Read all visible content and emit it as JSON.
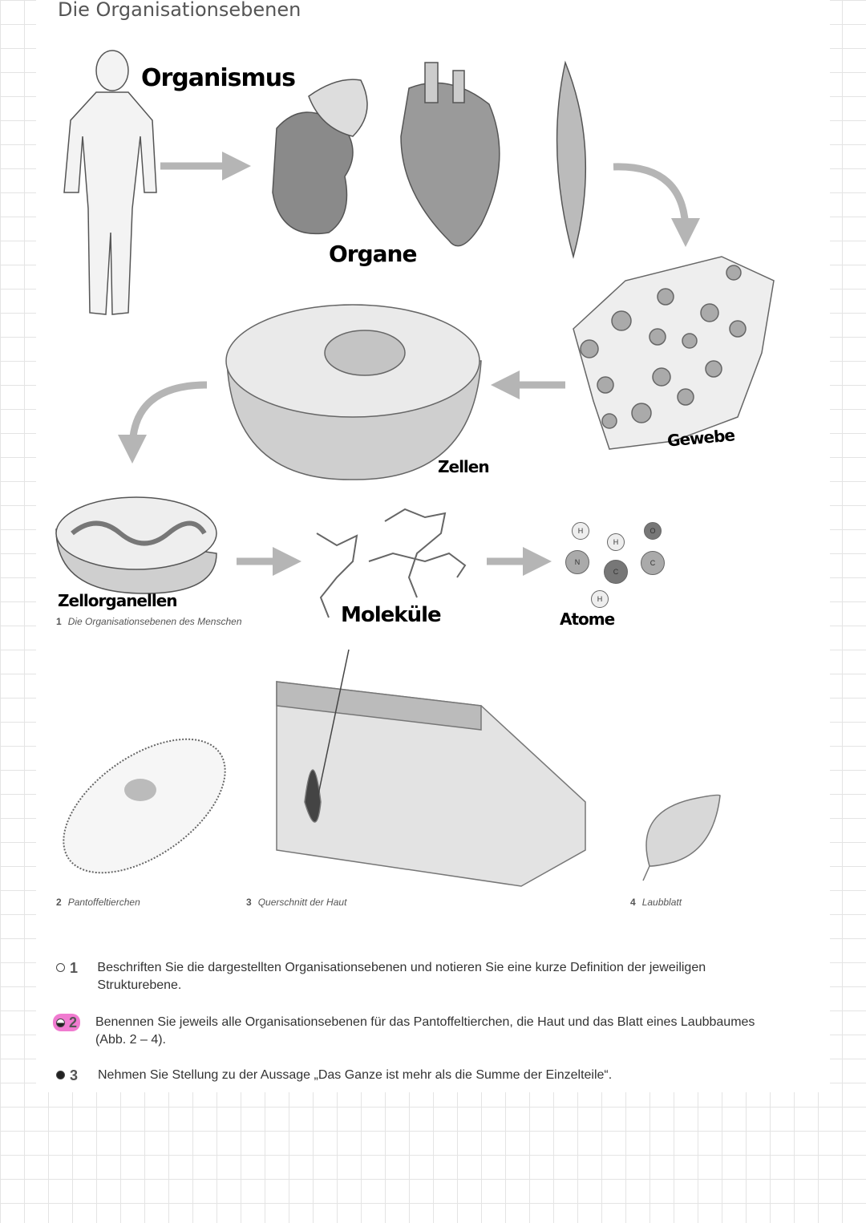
{
  "title": "Die Organisationsebenen",
  "handwritten_labels": {
    "organismus": "Organismus",
    "organe": "Organe",
    "gewebe": "Gewebe",
    "zellen": "Zellen",
    "zellorganellen": "Zellorganellen",
    "molekuele": "Moleküle",
    "atome": "Atome"
  },
  "figure1": {
    "number": "1",
    "caption": "Die Organisationsebenen des Menschen"
  },
  "atoms": [
    "H",
    "H",
    "O",
    "N",
    "C",
    "C",
    "H"
  ],
  "figure2": {
    "number": "2",
    "caption": "Pantoffeltierchen"
  },
  "figure3": {
    "number": "3",
    "caption": "Querschnitt der Haut"
  },
  "figure4": {
    "number": "4",
    "caption": "Laubblatt"
  },
  "tasks": [
    {
      "number": "1",
      "level": "easy",
      "text": "Beschriften Sie die dargestellten Organisationsebenen und notieren Sie eine kurze Definition der jeweiligen Strukturebene."
    },
    {
      "number": "2",
      "level": "medium",
      "text": "Benennen Sie jeweils alle Organisationsebenen für das Pantoffeltierchen, die Haut und das Blatt eines Laubbaumes (Abb. 2 – 4)."
    },
    {
      "number": "3",
      "level": "hard",
      "text": "Nehmen Sie Stellung zu der Aussage „Das Ganze ist mehr als die Summe der Einzelteile“."
    }
  ],
  "colors": {
    "highlight": "#f07bd0",
    "arrow": "#b5b5b5"
  }
}
